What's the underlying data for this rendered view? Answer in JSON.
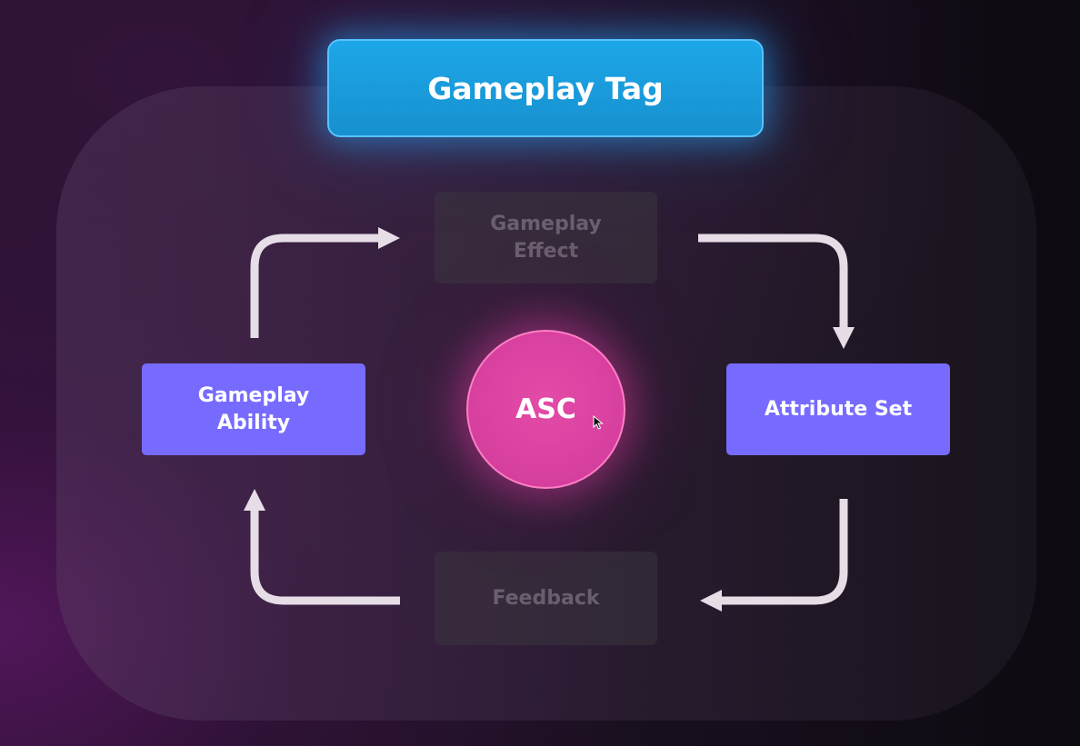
{
  "diagram": {
    "top_tag": "Gameplay Tag",
    "center": "ASC",
    "nodes": {
      "effect": "Gameplay\nEffect",
      "ability": "Gameplay\nAbility",
      "attribute_set": "Attribute Set",
      "feedback": "Feedback"
    }
  },
  "colors": {
    "tag": "#1da7e8",
    "node": "#776bff",
    "center": "#d73f9f",
    "arrow": "#e6dde7"
  },
  "icons": {
    "cursor": "mouse-pointer-icon"
  }
}
